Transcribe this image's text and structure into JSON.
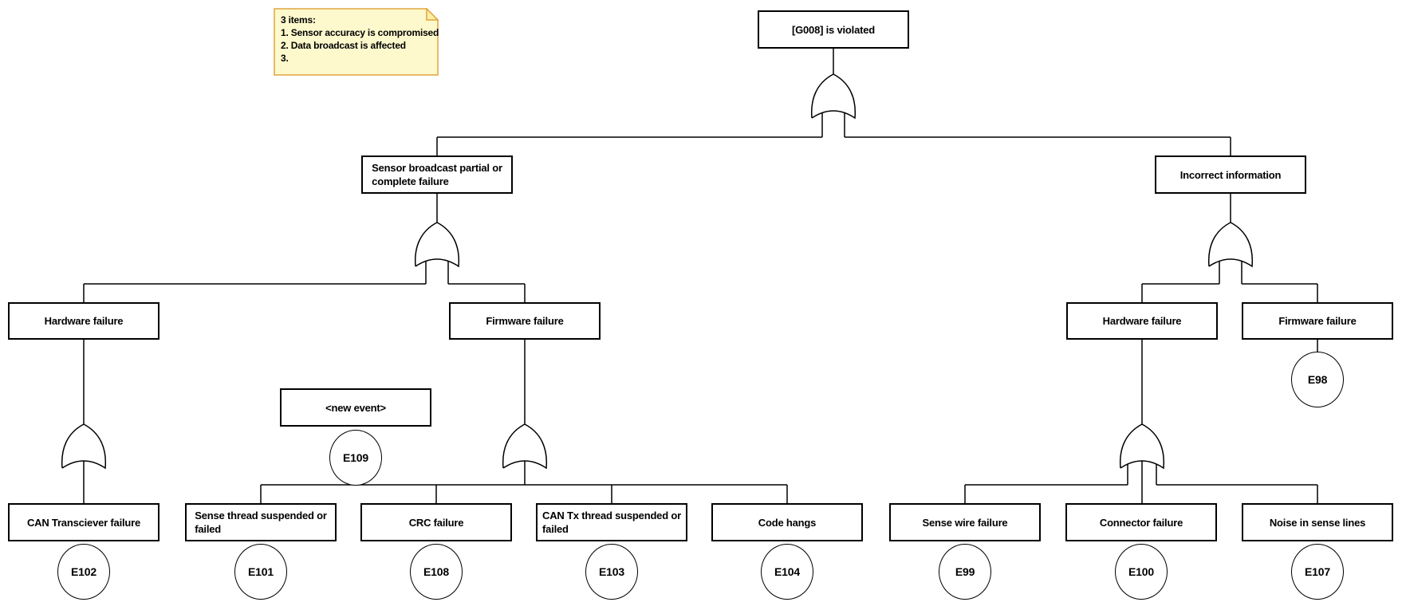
{
  "diagram": {
    "note": {
      "lines": [
        "3 items:",
        "1. Sensor accuracy is compromised",
        "2. Data broadcast is affected",
        "3."
      ]
    },
    "nodes": {
      "root": "[G008] is violated",
      "sensor_failure": "Sensor broadcast partial or\ncomplete failure",
      "incorrect_information": "Incorrect information",
      "hardware_left": "Hardware failure",
      "firmware_left": "Firmware failure",
      "hardware_right": "Hardware failure",
      "firmware_right": "Firmware failure",
      "new_event": "<new event>",
      "can_transciever": "CAN Transciever failure",
      "sense_thread": "Sense thread suspended or\nfailed",
      "crc": "CRC failure",
      "can_tx": "CAN Tx thread suspended or\nfailed",
      "code_hangs": "Code hangs",
      "sense_wire": "Sense wire failure",
      "connector": "Connector failure",
      "noise": "Noise in sense lines"
    },
    "events": {
      "e98": "E98",
      "e99": "E99",
      "e100": "E100",
      "e101": "E101",
      "e102": "E102",
      "e103": "E103",
      "e104": "E104",
      "e107": "E107",
      "e108": "E108",
      "e109": "E109"
    },
    "gate_type": "OR",
    "colors": {
      "line": "#000000",
      "node_fill": "#FFFFFF",
      "note_fill": "#FDF9CD",
      "note_border": "#E2A43C"
    }
  }
}
